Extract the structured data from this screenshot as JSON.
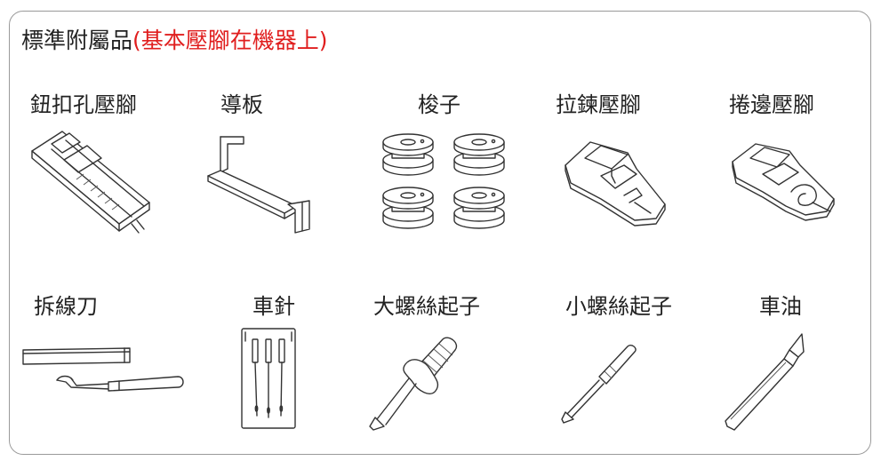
{
  "title": {
    "main": "標準附屬品",
    "note": "(基本壓腳在機器上)"
  },
  "items": [
    {
      "label": "鈕扣孔壓腳",
      "icon": "buttonhole-foot"
    },
    {
      "label": "導板",
      "icon": "guide-plate"
    },
    {
      "label": "梭子",
      "icon": "bobbins"
    },
    {
      "label": "拉鍊壓腳",
      "icon": "zipper-foot"
    },
    {
      "label": "捲邊壓腳",
      "icon": "hemmer-foot"
    },
    {
      "label": "拆線刀",
      "icon": "seam-ripper"
    },
    {
      "label": "車針",
      "icon": "needles"
    },
    {
      "label": "大螺絲起子",
      "icon": "large-screwdriver"
    },
    {
      "label": "小螺絲起子",
      "icon": "small-screwdriver"
    },
    {
      "label": "車油",
      "icon": "oil-pen"
    }
  ]
}
